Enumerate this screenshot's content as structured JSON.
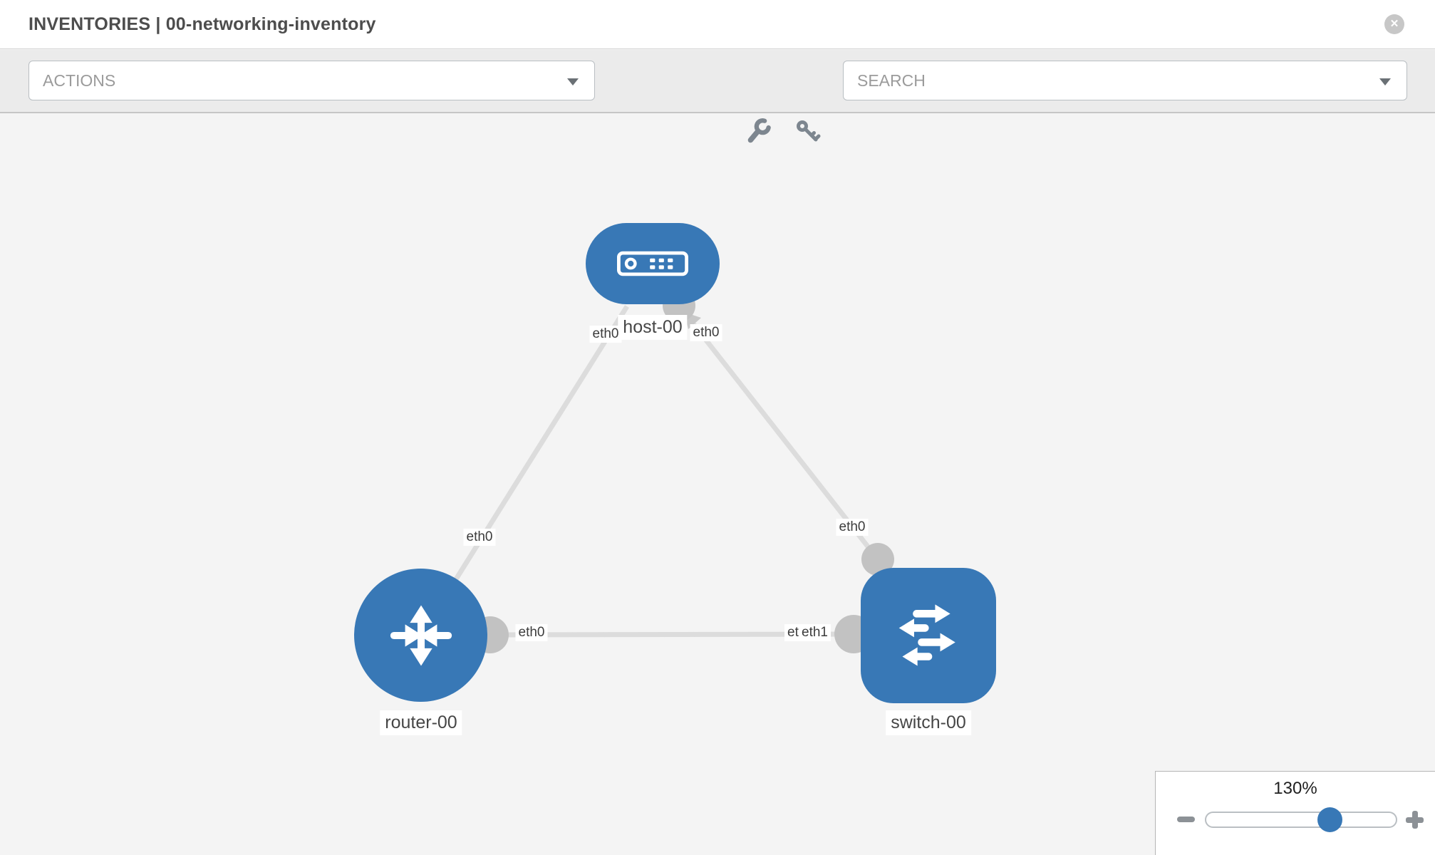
{
  "header": {
    "title": "INVENTORIES | 00-networking-inventory",
    "close_glyph": "✕"
  },
  "toolbar": {
    "actions_label": "ACTIONS",
    "search_label": "SEARCH"
  },
  "topology": {
    "nodes": [
      {
        "id": "host-00",
        "label": "host-00",
        "type": "host"
      },
      {
        "id": "router-00",
        "label": "router-00",
        "type": "router"
      },
      {
        "id": "switch-00",
        "label": "switch-00",
        "type": "switch"
      }
    ],
    "links": [
      {
        "from": "router-00",
        "to": "host-00",
        "from_interface": "eth0",
        "to_interface": "eth0"
      },
      {
        "from": "host-00",
        "to": "switch-00",
        "from_interface": "eth0",
        "to_interface": "eth0"
      },
      {
        "from": "router-00",
        "to": "switch-00",
        "from_interface": "eth0",
        "to_interface": "eth1",
        "overlapped_interface": "eth0"
      }
    ]
  },
  "zoom_control": {
    "level": "130%"
  },
  "colors": {
    "node_blue": "#3878b6",
    "link_gray": "#dcdcdc",
    "port_gray": "#c2c2c2",
    "toolbar_bg": "#ebebeb",
    "icon_gray": "#7d868f"
  }
}
